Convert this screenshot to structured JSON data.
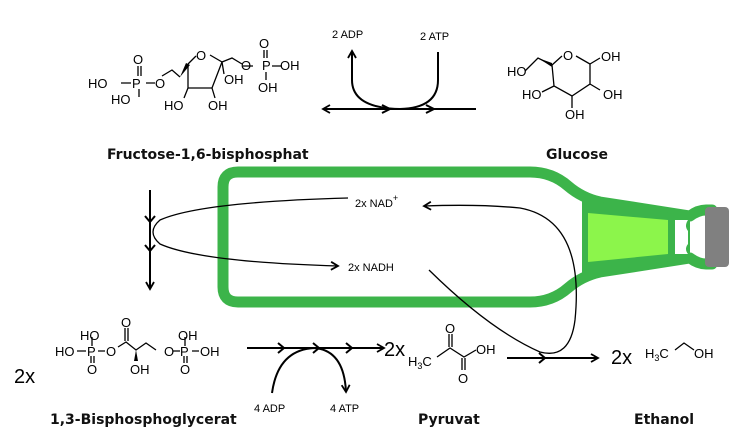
{
  "molecules": {
    "fructose": {
      "name": "Fructose-1,6-bisphosphat",
      "atoms": {
        "ho1": "HO",
        "p1": "P",
        "o1": "O",
        "ho2": "HO",
        "o_ring": "O",
        "o_link1": "O",
        "oh_c2": "OH",
        "ho3": "HO",
        "oh4": "OH",
        "o_link2": "O",
        "p2": "P",
        "oh_p2": "OH",
        "oh_p2b": "OH",
        "o_dbl2": "O",
        "o_dbl1": "O"
      }
    },
    "glucose": {
      "name": "Glucose",
      "atoms": {
        "ho6": "HO",
        "o_ring": "O",
        "oh1": "OH",
        "ho4": "HO",
        "oh2": "OH",
        "oh3": "OH"
      }
    },
    "bpg": {
      "name": "1,3-Bisphosphoglycerat",
      "multiplier": "2x",
      "atoms": {
        "ho_a": "HO",
        "ho_b": "HO",
        "p1": "P",
        "o_dbl1": "O",
        "o_link1": "O",
        "o_carbonyl": "O",
        "oh_c2": "OH",
        "o_link2": "O",
        "p2": "P",
        "oh_a": "OH",
        "oh_b": "OH",
        "o_dbl2": "O"
      }
    },
    "pyruvat": {
      "name": "Pyruvat",
      "multiplier": "2x",
      "atoms": {
        "h3c_h": "H",
        "h3c_3": "3",
        "h3c_c": "C",
        "o_keto": "O",
        "oh": "OH",
        "o_acid": "O"
      }
    },
    "ethanol": {
      "name": "Ethanol",
      "multiplier": "2x",
      "atoms": {
        "h3c_h": "H",
        "h3c_3": "3",
        "h3c_c": "C",
        "oh": "OH"
      }
    }
  },
  "cofactors": {
    "top_adp": "2 ADP",
    "top_atp": "2 ATP",
    "bottom_adp": "4 ADP",
    "bottom_atp": "4 ATP",
    "nad_plus": "2x  NAD",
    "nad_plus_sup": "+",
    "nadh": "2x  NADH"
  },
  "colors": {
    "bottle_glass": "#3cb44a",
    "bottle_label": "#8cf54b",
    "bottle_cap": "#808080",
    "ink": "#000000"
  }
}
